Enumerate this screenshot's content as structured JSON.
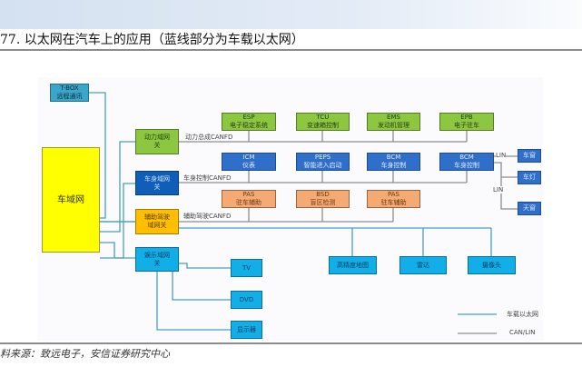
{
  "header": {
    "figure_title": "77. 以太网在汽车上的应用（蓝线部分为车载以太网）"
  },
  "footer": {
    "source": "料来源：致远电子，安信证券研究中心"
  },
  "diagram": {
    "colors": {
      "ethernet_line": "#4a9fc4",
      "can_lin_line": "#8c8c8c",
      "power_domain": "#8dc63f",
      "body_domain": "#2f6fc9",
      "adas_domain": "#f5aa73",
      "central": "#ffff00",
      "adas_gateway": "#ffbf00",
      "infotainment": "#12aee8"
    },
    "tbox": {
      "line1": "T-BOX",
      "line2": "远程通讯"
    },
    "central": {
      "label": "车域网"
    },
    "gateways": {
      "power": {
        "line1": "动力域网",
        "line2": "关"
      },
      "body": {
        "line1": "车身域网",
        "line2": "关"
      },
      "adas": {
        "line1": "辅助驾驶",
        "line2": "域网关"
      },
      "infotainment": {
        "line1": "娱乐域网",
        "line2": "关"
      }
    },
    "buses": {
      "power": "动力总成CANFD",
      "body": "车身控制CANFD",
      "adas": "辅助驾驶CANFD"
    },
    "power_ecus": [
      {
        "name": "ESP",
        "desc": "电子稳定系统"
      },
      {
        "name": "TCU",
        "desc": "变速箱控制"
      },
      {
        "name": "EMS",
        "desc": "发动机管理"
      },
      {
        "name": "EPB",
        "desc": "电子驻车"
      }
    ],
    "body_ecus": [
      {
        "name": "ICM",
        "desc": "仪表"
      },
      {
        "name": "PEPS",
        "desc": "智能进入启动"
      },
      {
        "name": "BCM",
        "desc": "车身控制"
      },
      {
        "name": "BCM",
        "desc": "车身控制"
      }
    ],
    "adas_ecus": [
      {
        "name": "PAS",
        "desc": "驻车辅助"
      },
      {
        "name": "BSD",
        "desc": "盲区检测"
      },
      {
        "name": "PAS",
        "desc": "驻车辅助"
      }
    ],
    "lin": {
      "label1": "LIN",
      "label2": "LIN",
      "nodes": [
        "车窗",
        "车灯",
        "天窗"
      ]
    },
    "adas_ethernet_nodes": [
      "高精度地图",
      "雷达",
      "摄像头"
    ],
    "infotainment_nodes": [
      "TV",
      "DVD",
      "显示器"
    ],
    "legend": [
      {
        "label": "车载以太网",
        "type": "ethernet"
      },
      {
        "label": "CAN/LIN",
        "type": "can_lin"
      }
    ]
  }
}
